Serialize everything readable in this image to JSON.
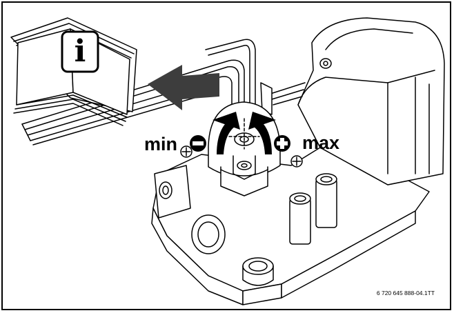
{
  "labels": {
    "min": "min",
    "max": "max",
    "info_symbol": "i",
    "document_code": "6 720 645 888-04.1TT"
  },
  "icons": {
    "info_book": "open-book-info-icon",
    "arrow": "left-arrow-icon",
    "minus": "minus-circle-icon",
    "plus": "plus-circle-icon",
    "rotation": "rotation-arrows-icon"
  },
  "colors": {
    "line": "#000000",
    "arrow_fill": "#3d3d3d",
    "background": "#ffffff"
  }
}
